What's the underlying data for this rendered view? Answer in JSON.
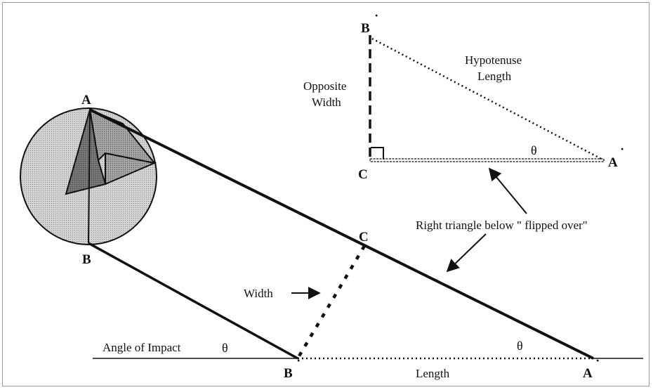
{
  "upper_triangle": {
    "vertex_b_prime": "B",
    "vertex_c": "C",
    "vertex_a_prime": "A",
    "prime_mark": "˙",
    "opposite_label_line1": "Opposite",
    "opposite_label_line2": "Width",
    "hypotenuse_label_line1": "Hypotenuse",
    "hypotenuse_label_line2": "Length",
    "theta": "θ"
  },
  "lower_figure": {
    "vertex_a": "A",
    "vertex_b": "B",
    "vertex_c": "C",
    "vertex_b_prime": "B",
    "vertex_a_prime": "A",
    "prime_mark": "˙",
    "angle_of_impact": "Angle of Impact",
    "theta_left": "θ",
    "theta_right": "θ",
    "width_label": "Width",
    "length_label": "Length"
  },
  "annotation": {
    "flipped_label": "Right triangle below \" flipped over\""
  },
  "colors": {
    "line": "#111111",
    "sphere_fill": "#cfcfcf",
    "wedge_dark": "#6e6e6e",
    "wedge_mid": "#9a9a9a",
    "wedge_light": "#c0c0c0"
  }
}
